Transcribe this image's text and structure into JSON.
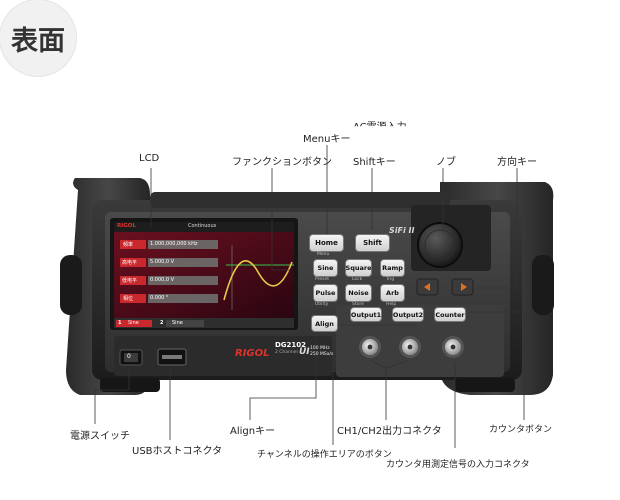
{
  "page": {
    "title": "表面",
    "top_cut_text": "AC電源入力"
  },
  "callouts": {
    "lcd": "LCD",
    "function_button": "ファンクションボタン",
    "menu_key": "Menuキー",
    "shift_key": "Shiftキー",
    "knob": "ノブ",
    "direction_key": "方向キー",
    "power_switch": "電源スイッチ",
    "usb_host": "USBホストコネクタ",
    "align_key": "Alignキー",
    "channel_area_button": "チャンネルの操作エリアのボタン",
    "ch_output": "CH1/CH2出力コネクタ",
    "counter_button": "カウンタボタン",
    "counter_input": "カウンタ用測定信号の入力コネクタ"
  },
  "device": {
    "brand": "RIGOL",
    "model": "DG2102",
    "series_logo": "UI",
    "spec_freq": "100 MHz",
    "spec_rate": "250 MSa/s",
    "channels": "2 Channel",
    "top_logo": "SiFi II",
    "lcd": {
      "header": "Continuous",
      "freq_label": "頻率",
      "freq_value": "1.000,000,000 kHz",
      "high_label": "高电平",
      "high_value": "5.000,0 V",
      "low_label": "低电平",
      "low_value": "0.000,0 V",
      "phase_label": "相位",
      "phase_value": "0.000 °",
      "ch1_label": "1",
      "ch2_label": "2",
      "ch1_mode": "Sine",
      "ch2_mode": "Sine"
    },
    "keys": {
      "home": "Home",
      "shift": "Shift",
      "sine": "Sine",
      "square": "Square",
      "ramp": "Ramp",
      "pulse": "Pulse",
      "noise": "Noise",
      "arb": "Arb",
      "align": "Align",
      "output1": "Output1",
      "output2": "Output2",
      "counter": "Counter",
      "menu_sub": "Menu",
      "preset_sub": "Preset",
      "lock_sub": "Lock",
      "trig_sub": "Trig",
      "utility_sub": "Utility",
      "store_sub": "Store",
      "help_sub": "Help",
      "power_mark": "0"
    },
    "accent_color": "#e0322b"
  }
}
